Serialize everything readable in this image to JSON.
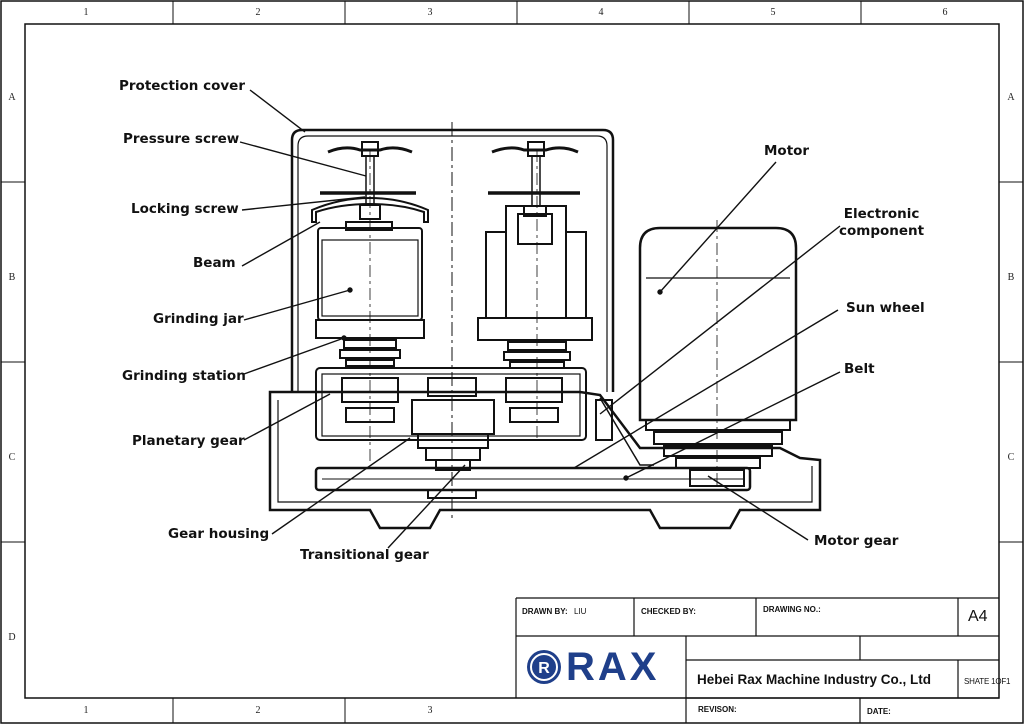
{
  "frame": {
    "columns": [
      "1",
      "2",
      "3",
      "4",
      "5",
      "6"
    ],
    "columns_bottom": [
      "1",
      "2",
      "3"
    ],
    "rows": [
      "A",
      "B",
      "C",
      "D"
    ]
  },
  "labels": {
    "protection_cover": "Protection cover",
    "pressure_screw": "Pressure screw",
    "locking_screw": "Locking screw",
    "beam": "Beam",
    "grinding_jar": "Grinding jar",
    "grinding_station": "Grinding station",
    "planetary_gear": "Planetary gear",
    "gear_housing": "Gear housing",
    "transitional_gear": "Transitional gear",
    "motor": "Motor",
    "electronic_component": "Electronic\ncomponent",
    "sun_wheel": "Sun wheel",
    "belt": "Belt",
    "motor_gear": "Motor gear"
  },
  "title_block": {
    "drawn_by_label": "DRAWN BY:",
    "drawn_by_value": "LIU",
    "checked_by_label": "CHECKED BY:",
    "drawing_no_label": "DRAWING NO.:",
    "size": "A4",
    "logo_text": "RAX",
    "company": "Hebei Rax Machine Industry Co., Ltd",
    "sheet": "SHATE 1OF1",
    "revision_label": "REVISON:",
    "date_label": "DATE:"
  },
  "colors": {
    "line": "#111111",
    "logo_blue": "#1f3f8a"
  }
}
